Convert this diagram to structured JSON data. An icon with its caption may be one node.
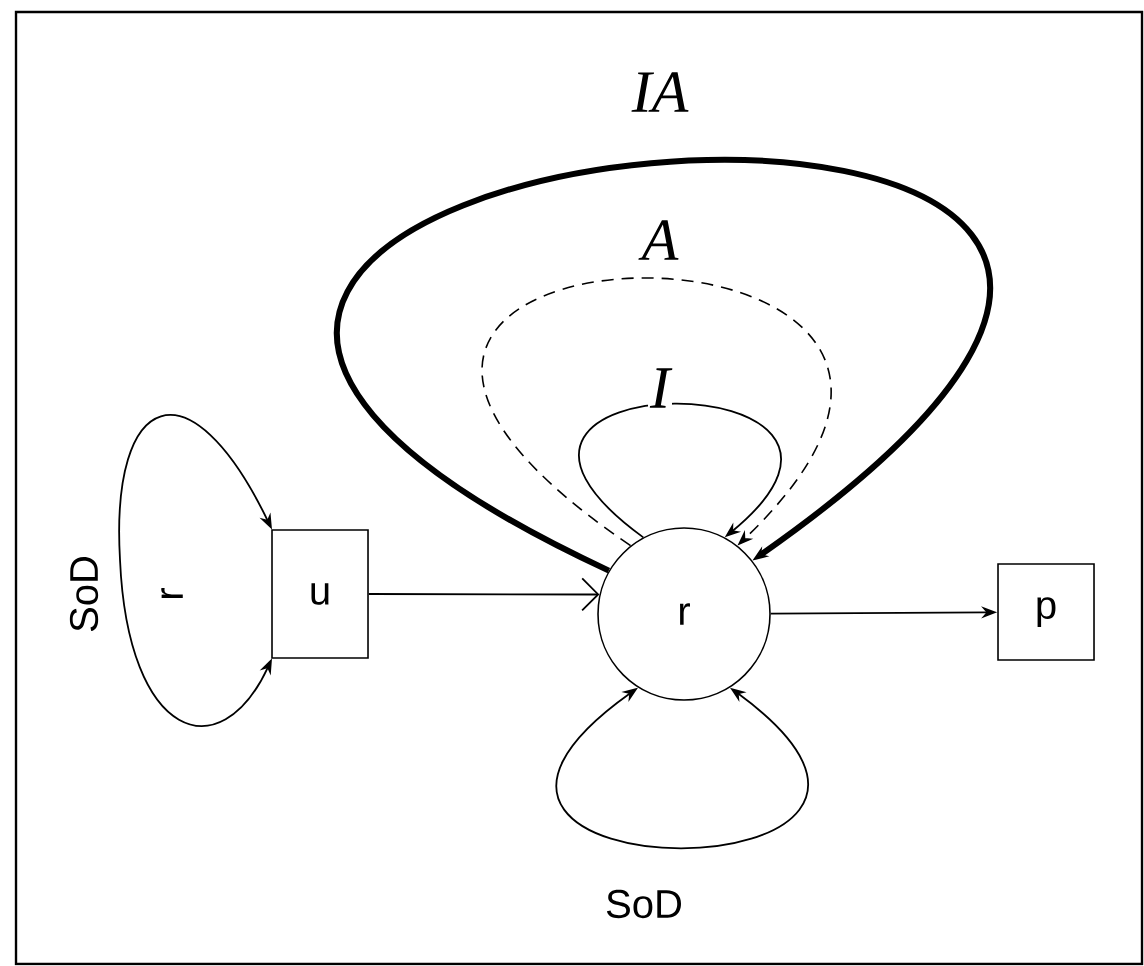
{
  "diagram": {
    "nodes": [
      {
        "text": [
          "u"
        ]
      },
      {
        "text": [
          "r"
        ]
      },
      {
        "text": [
          "p"
        ]
      }
    ],
    "edges": [
      {
        "from": 0,
        "to": 0,
        "arrow": "both",
        "label": "r"
      },
      {
        "from": 0,
        "to": 1,
        "arrow": "to"
      },
      {
        "from": 1,
        "to": 2,
        "arrow": "to"
      },
      {
        "from": 1,
        "to": 1,
        "arrow": "to",
        "label": "I"
      },
      {
        "from": 1,
        "to": 1,
        "arrow": "to",
        "label": "A",
        "style": "dashed"
      },
      {
        "from": 1,
        "to": 1,
        "arrow": "to",
        "label": "IA",
        "style": "thick"
      },
      {
        "from": 1,
        "to": 1,
        "arrow": "both",
        "label": "SoD"
      }
    ],
    "labels": [
      "SoD"
    ]
  }
}
